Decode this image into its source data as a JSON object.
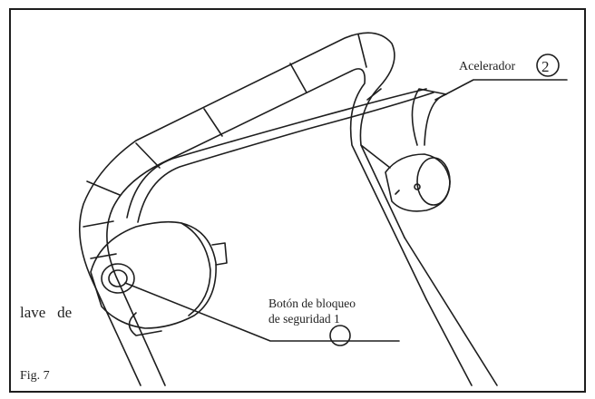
{
  "figure": {
    "caption": "Fig. 7",
    "left_fragment": "lave   de"
  },
  "callouts": {
    "accelerator": {
      "text": "Acelerador",
      "number": "2"
    },
    "lock_button": {
      "line1": "Botón de bloqueo",
      "line2": "de seguridad 1"
    }
  },
  "colors": {
    "ink": "#1e1e1e",
    "paper": "#ffffff"
  }
}
